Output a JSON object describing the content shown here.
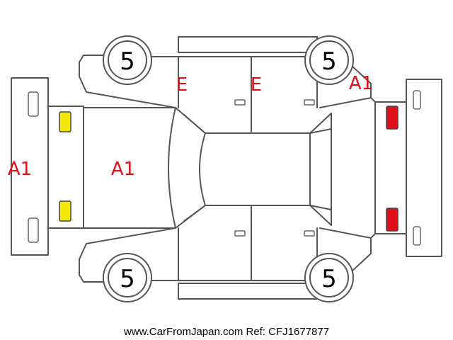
{
  "colors": {
    "line": "#555555",
    "repair_mark": "#e0101a",
    "fog_lamp": "#f1e80a",
    "tail_lamp": "#e0101a",
    "label_text": "#e0101a"
  },
  "diagram": {
    "tyres": {
      "front_left": "5",
      "rear_left": "5",
      "front_right": "5",
      "rear_right": "5"
    },
    "grades": {
      "front_bumper": "A1",
      "hood": "A1",
      "front_left_door": "E",
      "rear_left_door": "E",
      "rear_left_quarter": "A1"
    }
  },
  "footer": {
    "credit": "www.CarFromJapan.com Ref: CFJ1677877"
  }
}
